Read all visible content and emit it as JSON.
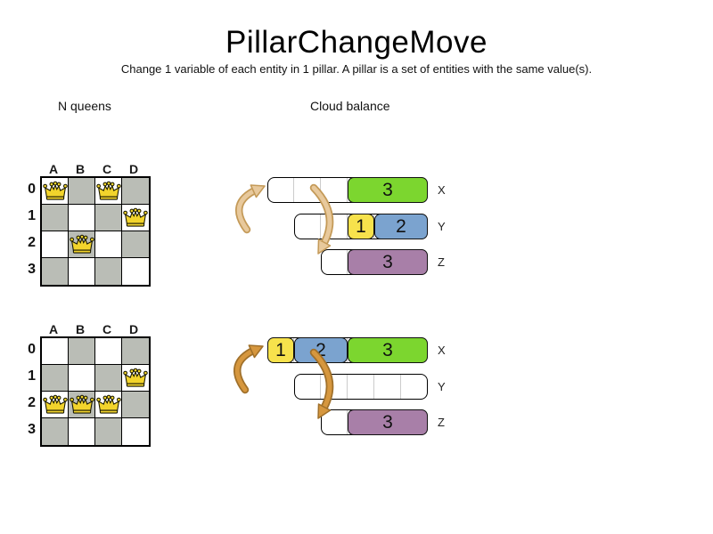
{
  "title": "PillarChangeMove",
  "subtitle": "Change 1 variable of each entity in 1 pillar. A pillar is a set of entities with the same value(s).",
  "sections": {
    "nqueens_label": "N queens",
    "cloud_label": "Cloud balance"
  },
  "colors": {
    "green": "#7cd62f",
    "yellow": "#f7e24c",
    "blue": "#7ba3cf",
    "purple": "#a87fa8",
    "board_gray": "#babdb6",
    "crown_gold": "#f2d42c",
    "arrow_light": "#e8c99c",
    "arrow_light_edge": "#c49a58",
    "arrow_dark": "#d6973e",
    "arrow_dark_edge": "#a0702a"
  },
  "nqueens": {
    "columns": [
      "A",
      "B",
      "C",
      "D"
    ],
    "rows": [
      "0",
      "1",
      "2",
      "3"
    ],
    "boards": [
      {
        "name": "before",
        "queens": [
          {
            "col": "A",
            "row": "0"
          },
          {
            "col": "C",
            "row": "0"
          },
          {
            "col": "D",
            "row": "1"
          },
          {
            "col": "B",
            "row": "2"
          }
        ]
      },
      {
        "name": "after",
        "queens": [
          {
            "col": "D",
            "row": "1"
          },
          {
            "col": "A",
            "row": "2"
          },
          {
            "col": "B",
            "row": "2"
          },
          {
            "col": "C",
            "row": "2"
          }
        ]
      }
    ]
  },
  "cloud": {
    "states": [
      {
        "name": "before",
        "computers": [
          {
            "label": "X",
            "capacity": 6,
            "processes": [
              {
                "value": "3",
                "size": 3,
                "color": "green"
              }
            ]
          },
          {
            "label": "Y",
            "capacity": 5,
            "processes": [
              {
                "value": "1",
                "size": 1,
                "color": "yellow"
              },
              {
                "value": "2",
                "size": 2,
                "color": "blue"
              }
            ]
          },
          {
            "label": "Z",
            "capacity": 4,
            "processes": [
              {
                "value": "3",
                "size": 3,
                "color": "purple"
              }
            ]
          }
        ]
      },
      {
        "name": "after",
        "computers": [
          {
            "label": "X",
            "capacity": 6,
            "processes": [
              {
                "value": "1",
                "size": 1,
                "color": "yellow"
              },
              {
                "value": "2",
                "size": 2,
                "color": "blue"
              },
              {
                "value": "3",
                "size": 3,
                "color": "green"
              }
            ]
          },
          {
            "label": "Y",
            "capacity": 5,
            "processes": []
          },
          {
            "label": "Z",
            "capacity": 4,
            "processes": [
              {
                "value": "3",
                "size": 3,
                "color": "purple"
              }
            ]
          }
        ]
      }
    ]
  }
}
